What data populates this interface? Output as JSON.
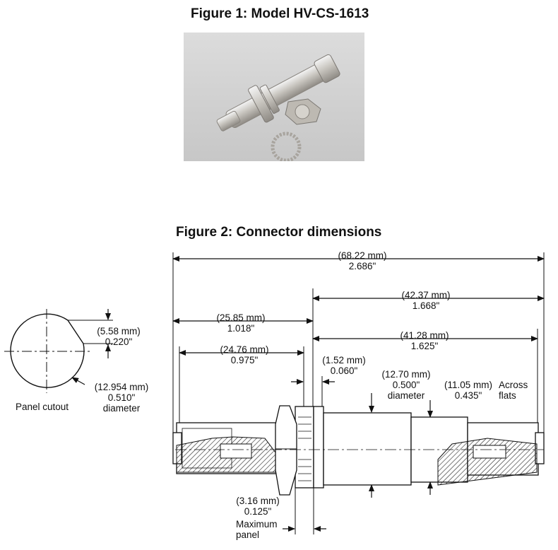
{
  "figure1": {
    "title": "Figure 1: Model HV-CS-1613"
  },
  "figure2": {
    "title": "Figure 2: Connector dimensions",
    "overall_length": {
      "mm": "(68.22 mm)",
      "in": "2.686\""
    },
    "right_section": {
      "mm": "(42.37 mm)",
      "in": "1.668\""
    },
    "left_section": {
      "mm": "(25.85 mm)",
      "in": "1.018\""
    },
    "right_body": {
      "mm": "(41.28 mm)",
      "in": "1.625\""
    },
    "left_body": {
      "mm": "(24.76 mm)",
      "in": "0.975\""
    },
    "flange": {
      "mm": "(1.52 mm)",
      "in": "0.060\""
    },
    "body_diameter": {
      "mm": "(12.70 mm)",
      "in": "0.500\"",
      "note": "diameter"
    },
    "across_flats": {
      "mm": "(11.05 mm)",
      "in": "0.435\"",
      "note1": "Across",
      "note2": "flats"
    },
    "max_panel": {
      "mm": "(3.16 mm)",
      "in": "0.125\"",
      "note1": "Maximum",
      "note2": "panel"
    }
  },
  "panel_cutout": {
    "caption": "Panel cutout",
    "flat": {
      "mm": "(5.58 mm)",
      "in": "0.220\""
    },
    "diameter": {
      "mm": "(12.954 mm)",
      "in": "0.510\"",
      "note": "diameter"
    }
  }
}
